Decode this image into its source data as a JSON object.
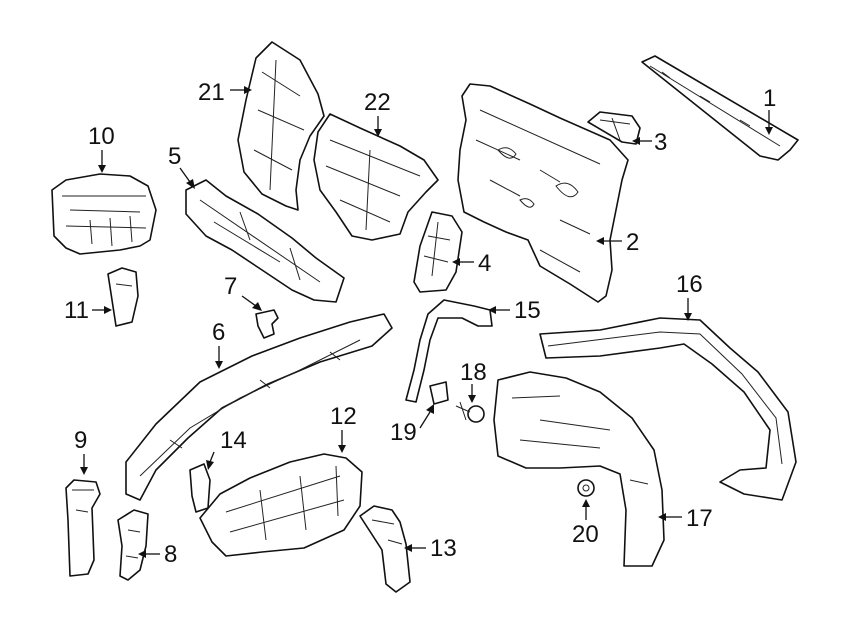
{
  "callouts": {
    "p1": "1",
    "p2": "2",
    "p3": "3",
    "p4": "4",
    "p5": "5",
    "p6": "6",
    "p7": "7",
    "p8": "8",
    "p9": "9",
    "p10": "10",
    "p11": "11",
    "p12": "12",
    "p13": "13",
    "p14": "14",
    "p15": "15",
    "p16": "16",
    "p17": "17",
    "p18": "18",
    "p19": "19",
    "p20": "20",
    "p21": "21",
    "p22": "22"
  },
  "colors": {
    "line": "#111111",
    "background": "#ffffff"
  }
}
